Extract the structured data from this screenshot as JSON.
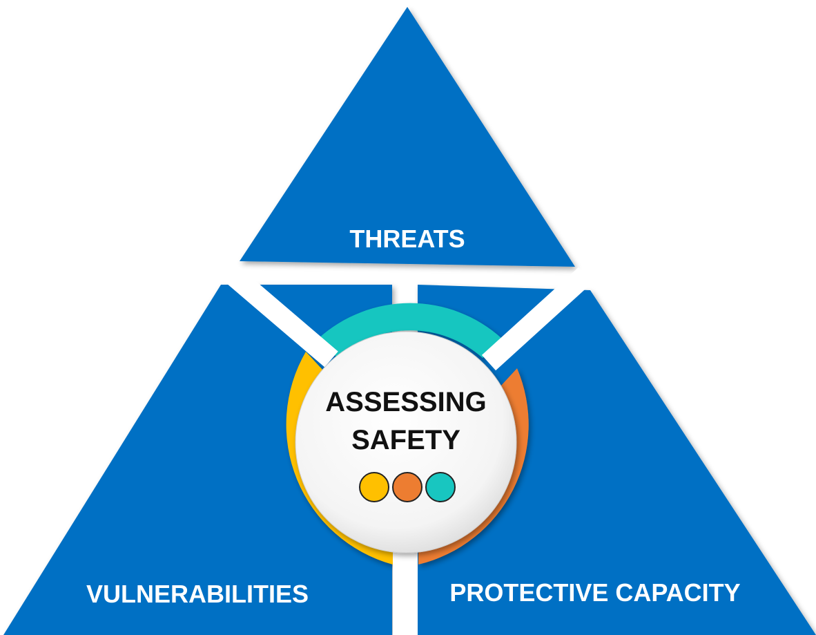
{
  "diagram": {
    "segments": {
      "top": {
        "label": "THREATS"
      },
      "left": {
        "label": "VULNERABILITIES"
      },
      "right": {
        "label": "PROTECTIVE CAPACITY"
      }
    },
    "center": {
      "line1": "ASSESSING",
      "line2": "SAFETY"
    }
  },
  "colors": {
    "segment_fill": "#0470C4",
    "ring_teal": "#18C6C0",
    "ring_orange": "#ED7D31",
    "ring_yellow": "#FFC000",
    "center_fill": "#FFFFFF",
    "divider": "#FFFFFF",
    "center_text": "#111111",
    "segment_text": "#FFFFFF"
  }
}
